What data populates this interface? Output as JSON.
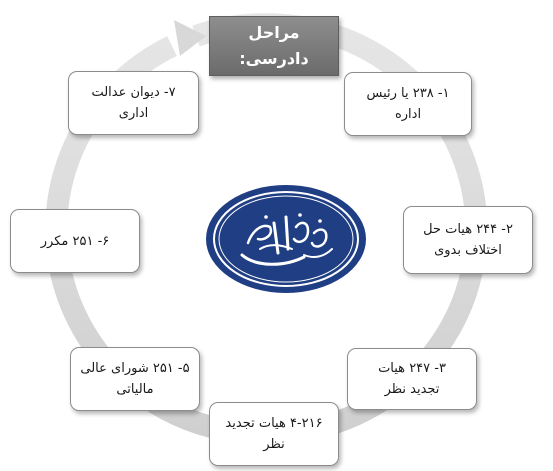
{
  "colors": {
    "ring": "#dcdcdc",
    "title_bg": "#7b7b7b",
    "logo_blue": "#1f3e83",
    "box_border": "#8c8c8c"
  },
  "title": "مراحل\nدادرسی:",
  "steps": [
    {
      "id": "s1",
      "text": "۱- ۲۳۸ یا رئیس\nاداره"
    },
    {
      "id": "s2",
      "text": "۲- ۲۴۴ هیات حل\nاختلاف بدوی"
    },
    {
      "id": "s3",
      "text": "۳- ۲۴۷ هیات\nتجدید نظر"
    },
    {
      "id": "s4",
      "text": "۴-۲۱۶ هیات تجدید\nنظر"
    },
    {
      "id": "s5",
      "text": "۵- ۲۵۱ شورای عالی\nمالیاتی"
    },
    {
      "id": "s6",
      "text": "۶- ۲۵۱ مکرر"
    },
    {
      "id": "s7",
      "text": "۷- دیوان عدالت\nاداری"
    }
  ],
  "logo": {
    "icon": "calligraphy-seal-logo"
  }
}
